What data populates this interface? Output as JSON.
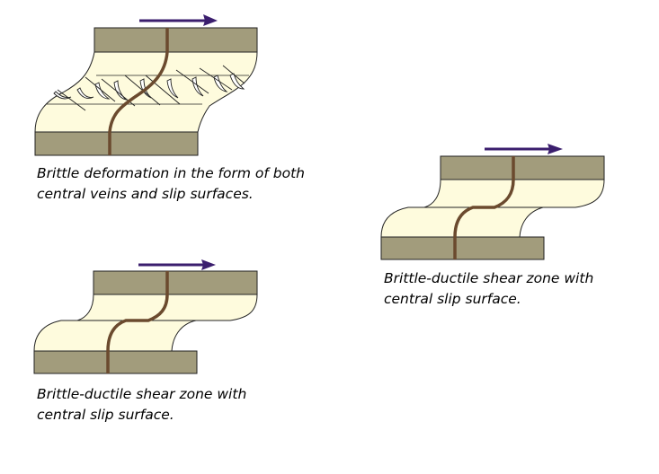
{
  "colors": {
    "bed": "#a29c7c",
    "zone": "#fefbdd",
    "outline": "#222222",
    "vein": "#6b4a2e",
    "arrow": "#3b1e6e"
  },
  "panels": [
    {
      "id": "brittle",
      "caption_lines": [
        "Brittle deformation in the form of both",
        "central veins and slip surfaces."
      ]
    },
    {
      "id": "brittle-ductile-left",
      "caption_lines": [
        "Brittle-ductile shear zone with",
        "central slip surface."
      ]
    },
    {
      "id": "brittle-ductile-right",
      "caption_lines": [
        "Brittle-ductile shear zone with",
        "central slip surface."
      ]
    }
  ]
}
